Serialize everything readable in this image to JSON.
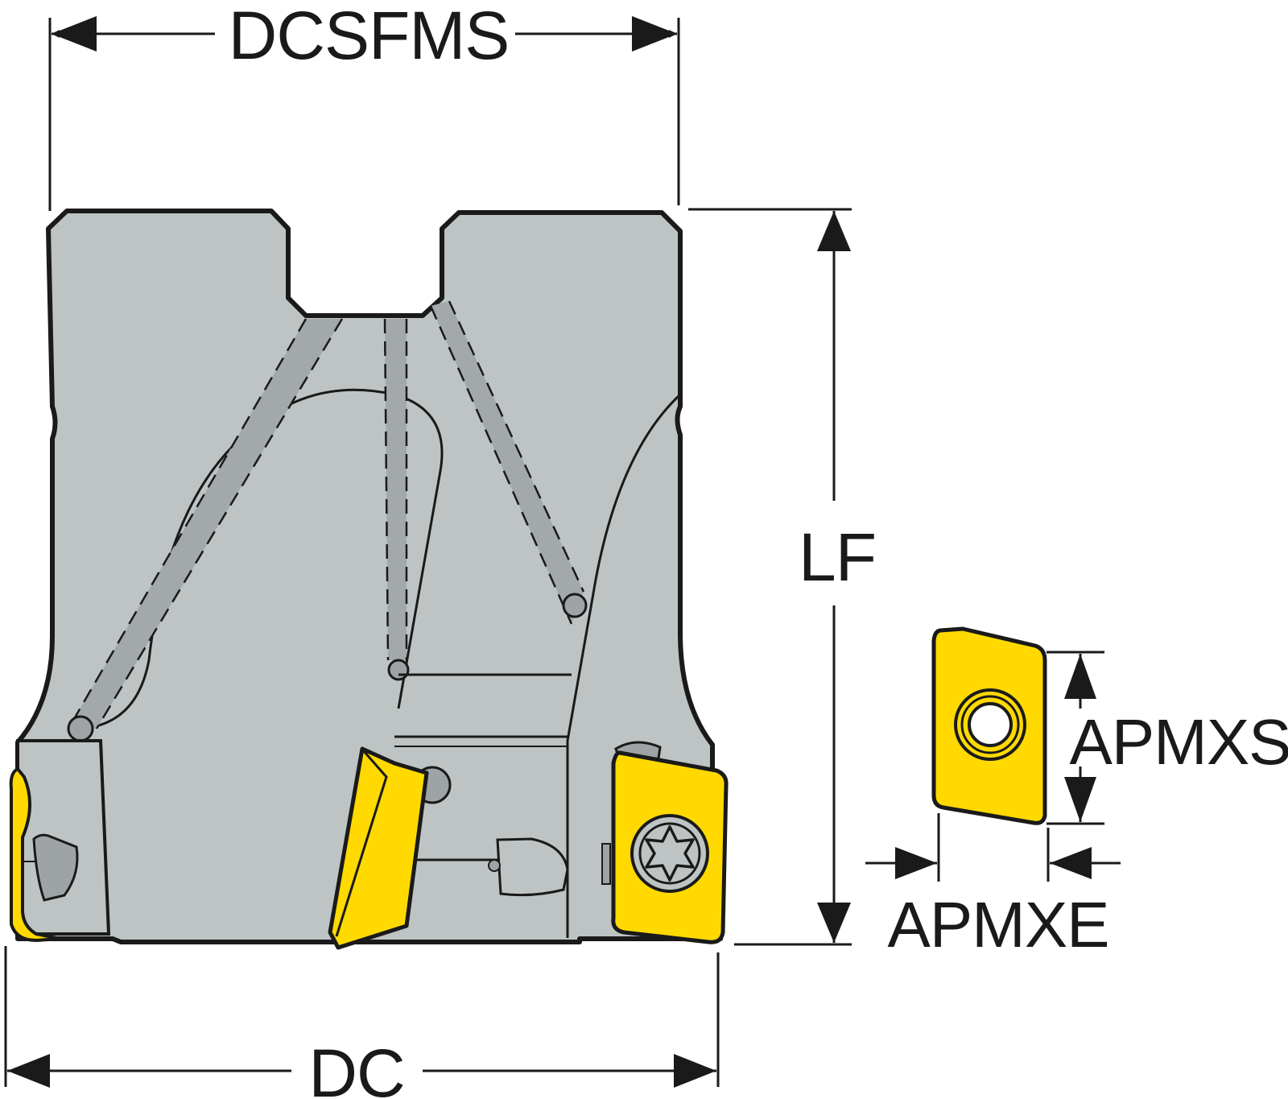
{
  "labels": {
    "dcsfms": "DCSFMS",
    "lf": "LF",
    "dc": "DC",
    "apmxs": "APMXS",
    "apmxe": "APMXE"
  },
  "colors": {
    "body": "#bec4c4",
    "body_dark": "#9ea4a5",
    "channel": "#a3a8aa",
    "insert": "#ffd900",
    "outline": "#1a1a1a",
    "background": "#ffffff"
  },
  "icons": {
    "tool_body": "milling-cutter-body",
    "insert": "indexable-insert",
    "screw": "torx-screw-icon"
  }
}
